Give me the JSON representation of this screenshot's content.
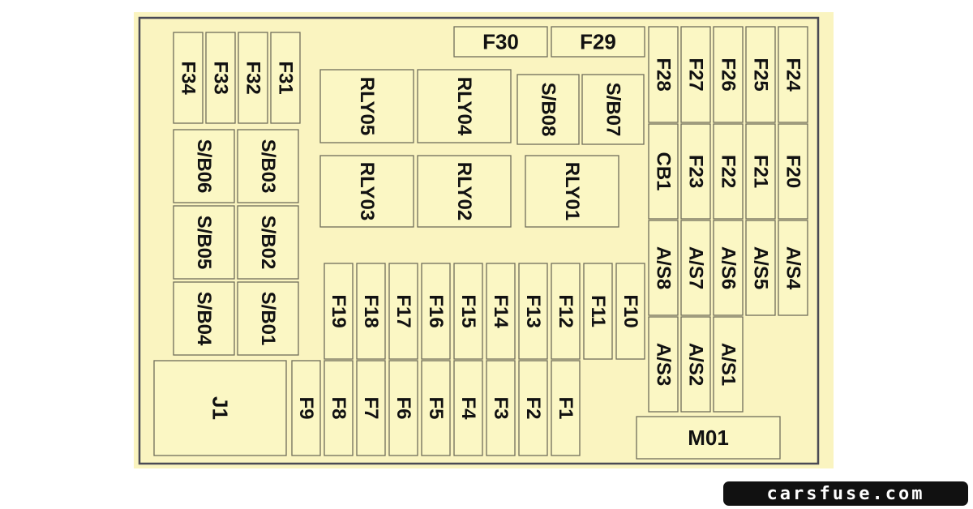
{
  "diagram": {
    "background": "#faf4c0",
    "cell_fill": "#fbf7c4",
    "border_color": "#4a4a55",
    "labels": {
      "F1": "F1",
      "F2": "F2",
      "F3": "F3",
      "F4": "F4",
      "F5": "F5",
      "F6": "F6",
      "F7": "F7",
      "F8": "F8",
      "F9": "F9",
      "F10": "F10",
      "F11": "F11",
      "F12": "F12",
      "F13": "F13",
      "F14": "F14",
      "F15": "F15",
      "F16": "F16",
      "F17": "F17",
      "F18": "F18",
      "F19": "F19",
      "F20": "F20",
      "F21": "F21",
      "F22": "F22",
      "F23": "F23",
      "F24": "F24",
      "F25": "F25",
      "F26": "F26",
      "F27": "F27",
      "F28": "F28",
      "F29": "F29",
      "F30": "F30",
      "F31": "F31",
      "F32": "F32",
      "F33": "F33",
      "F34": "F34",
      "CB1": "CB1",
      "AS1": "A/S1",
      "AS2": "A/S2",
      "AS3": "A/S3",
      "AS4": "A/S4",
      "AS5": "A/S5",
      "AS6": "A/S6",
      "AS7": "A/S7",
      "AS8": "A/S8",
      "SB01": "S/B01",
      "SB02": "S/B02",
      "SB03": "S/B03",
      "SB04": "S/B04",
      "SB05": "S/B05",
      "SB06": "S/B06",
      "SB07": "S/B07",
      "SB08": "S/B08",
      "RLY01": "RLY01",
      "RLY02": "RLY02",
      "RLY03": "RLY03",
      "RLY04": "RLY04",
      "RLY05": "RLY05",
      "J1": "J1",
      "M01": "M01"
    }
  },
  "watermark": {
    "text": "carsfuse.com"
  }
}
